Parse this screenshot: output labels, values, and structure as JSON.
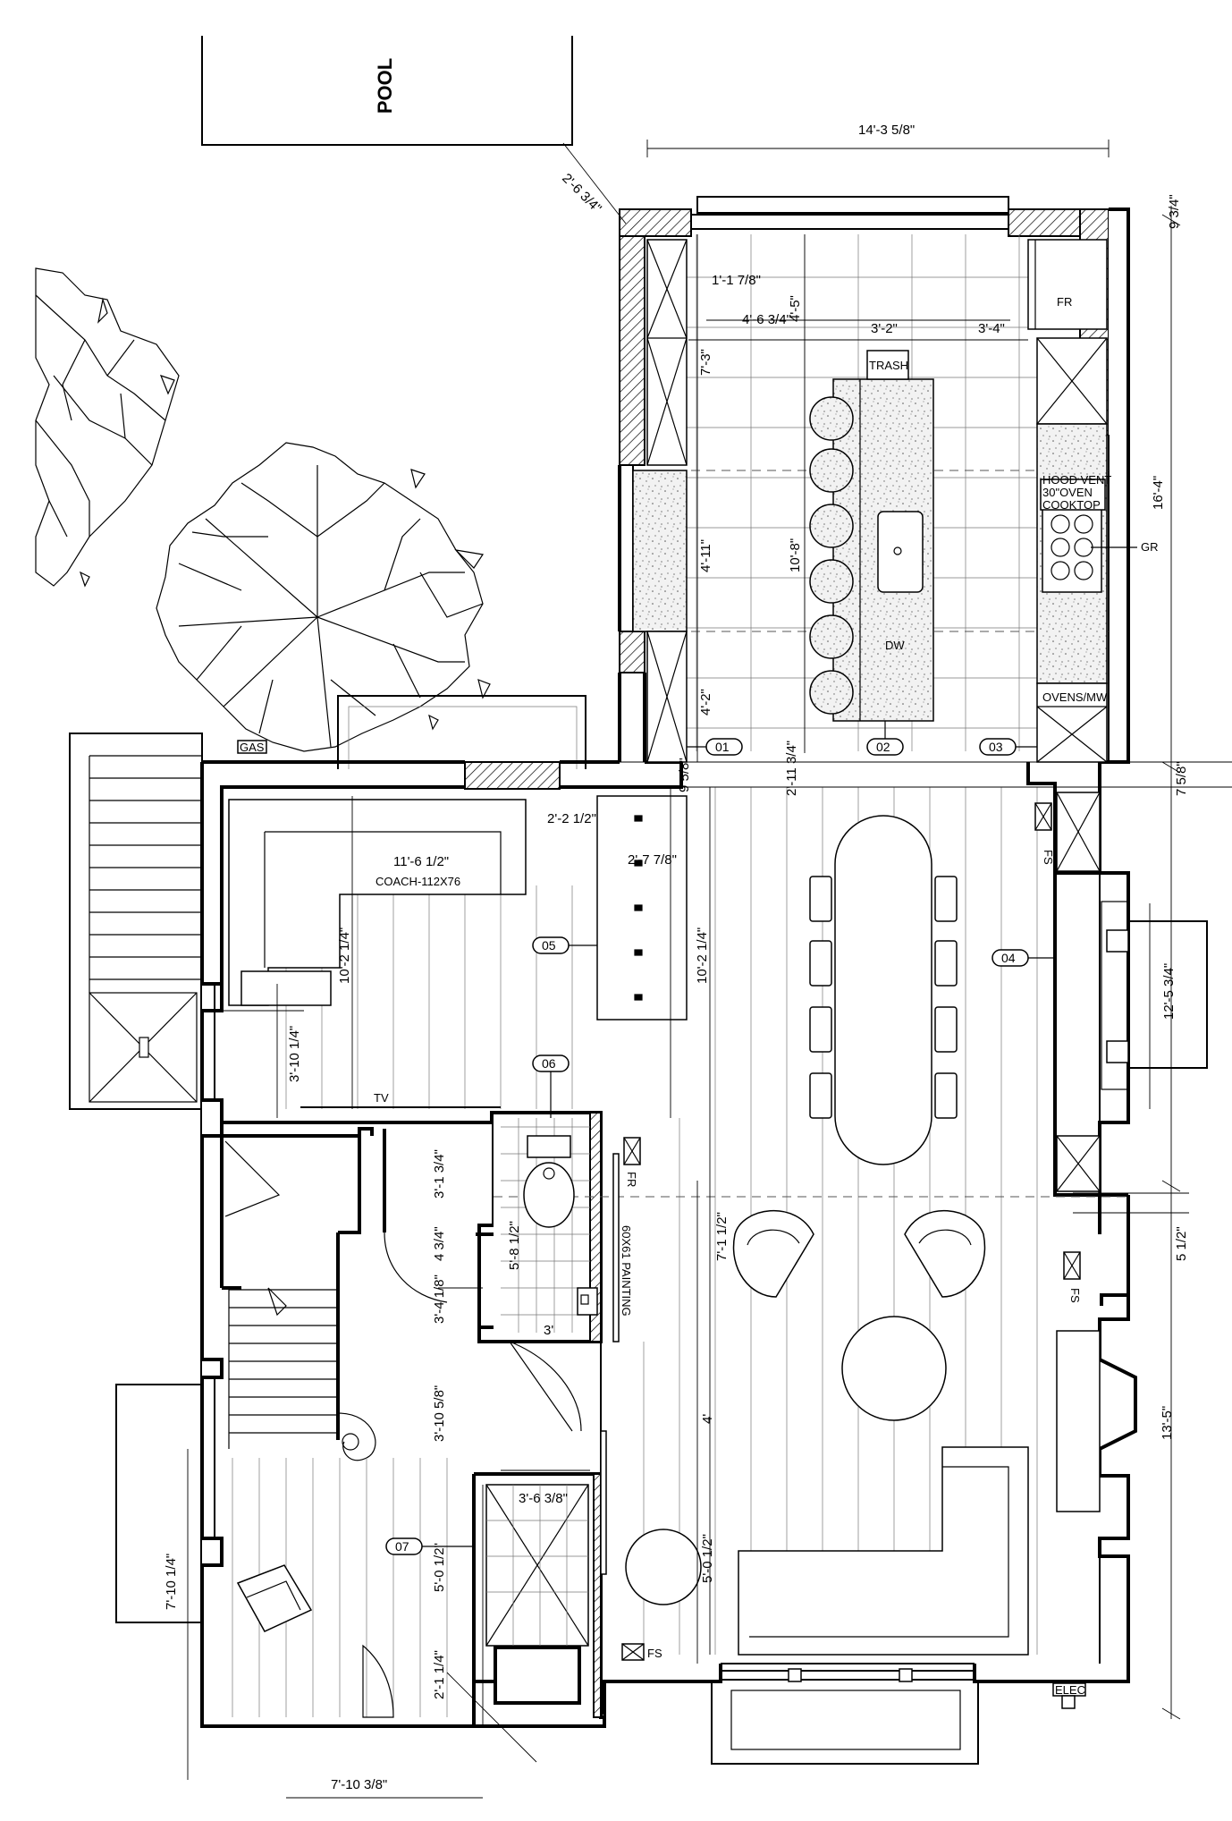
{
  "pool": {
    "label": "POOL"
  },
  "dimensions": {
    "overall_width": "14'-3 5/8\"",
    "pool_offset": "2'-6 3/4\"",
    "top_wall": "9 3/4\"",
    "right_overall": "16'-4\"",
    "d_1_1_7_8": "1'-1 7/8\"",
    "d_4_6_3_4": "4'-6 3/4\"",
    "d_4_5": "4'-5\"",
    "d_3_2": "3'-2\"",
    "d_3_4": "3'-4\"",
    "d_7_3": "7'-3\"",
    "d_4_11": "4'-11\"",
    "d_10_8": "10'-8\"",
    "d_4_2": "4'-2\"",
    "d_9_5_8": "9 5/8\"",
    "d_2_11_3_4": "2'-11 3/4\"",
    "d_7_5_8": "7 5/8\"",
    "d_2_2_1_2": "2'-2 1/2\"",
    "d_11_6_1_2": "11'-6 1/2\"",
    "d_2_7_7_8": "2'-7 7/8\"",
    "d_10_2_1_4_a": "10'-2 1/4\"",
    "d_10_2_1_4_b": "10'-2 1/4\"",
    "d_3_10_1_4": "3'-10 1/4\"",
    "d_12_5_3_4": "12'-5 3/4\"",
    "d_3_1_3_4": "3'-1 3/4\"",
    "d_4_3_4": "4 3/4\"",
    "d_3_4_1_8": "3'-4 1/8\"",
    "d_5_8_1_2": "5'-8 1/2\"",
    "d_3": "3'",
    "d_7_1_1_2": "7'-1 1/2\"",
    "d_5_1_2": "5 1/2\"",
    "d_13_5": "13'-5\"",
    "d_3_10_5_8": "3'-10 5/8\"",
    "d_4": "4'",
    "d_3_6_3_8": "3'-6 3/8\"",
    "d_5_0_1_2_a": "5'-0 1/2\"",
    "d_5_0_1_2_b": "5'-0 1/2\"",
    "d_7_10_1_4": "7'-10 1/4\"",
    "d_2_1_1_4": "2'-1 1/4\"",
    "d_7_10_3_8": "7'-10 3/8\""
  },
  "labels": {
    "trash": "TRASH",
    "fr_top": "FR",
    "hood_vent": "HOOD VENT",
    "oven_30": "30\"OVEN",
    "cooktop": "COOKTOP",
    "gr": "GR",
    "dw": "DW",
    "ovens_mw": "OVENS/MW",
    "gas": "GAS",
    "fs_1": "FS",
    "fs_2": "FS",
    "fs_3": "FS",
    "coach": "COACH-112X76",
    "tv": "TV",
    "fr_bath": "FR",
    "painting": "60X61 PAINTING",
    "elec": "ELEC"
  },
  "tags": [
    "01",
    "02",
    "03",
    "04",
    "05",
    "06",
    "07"
  ]
}
